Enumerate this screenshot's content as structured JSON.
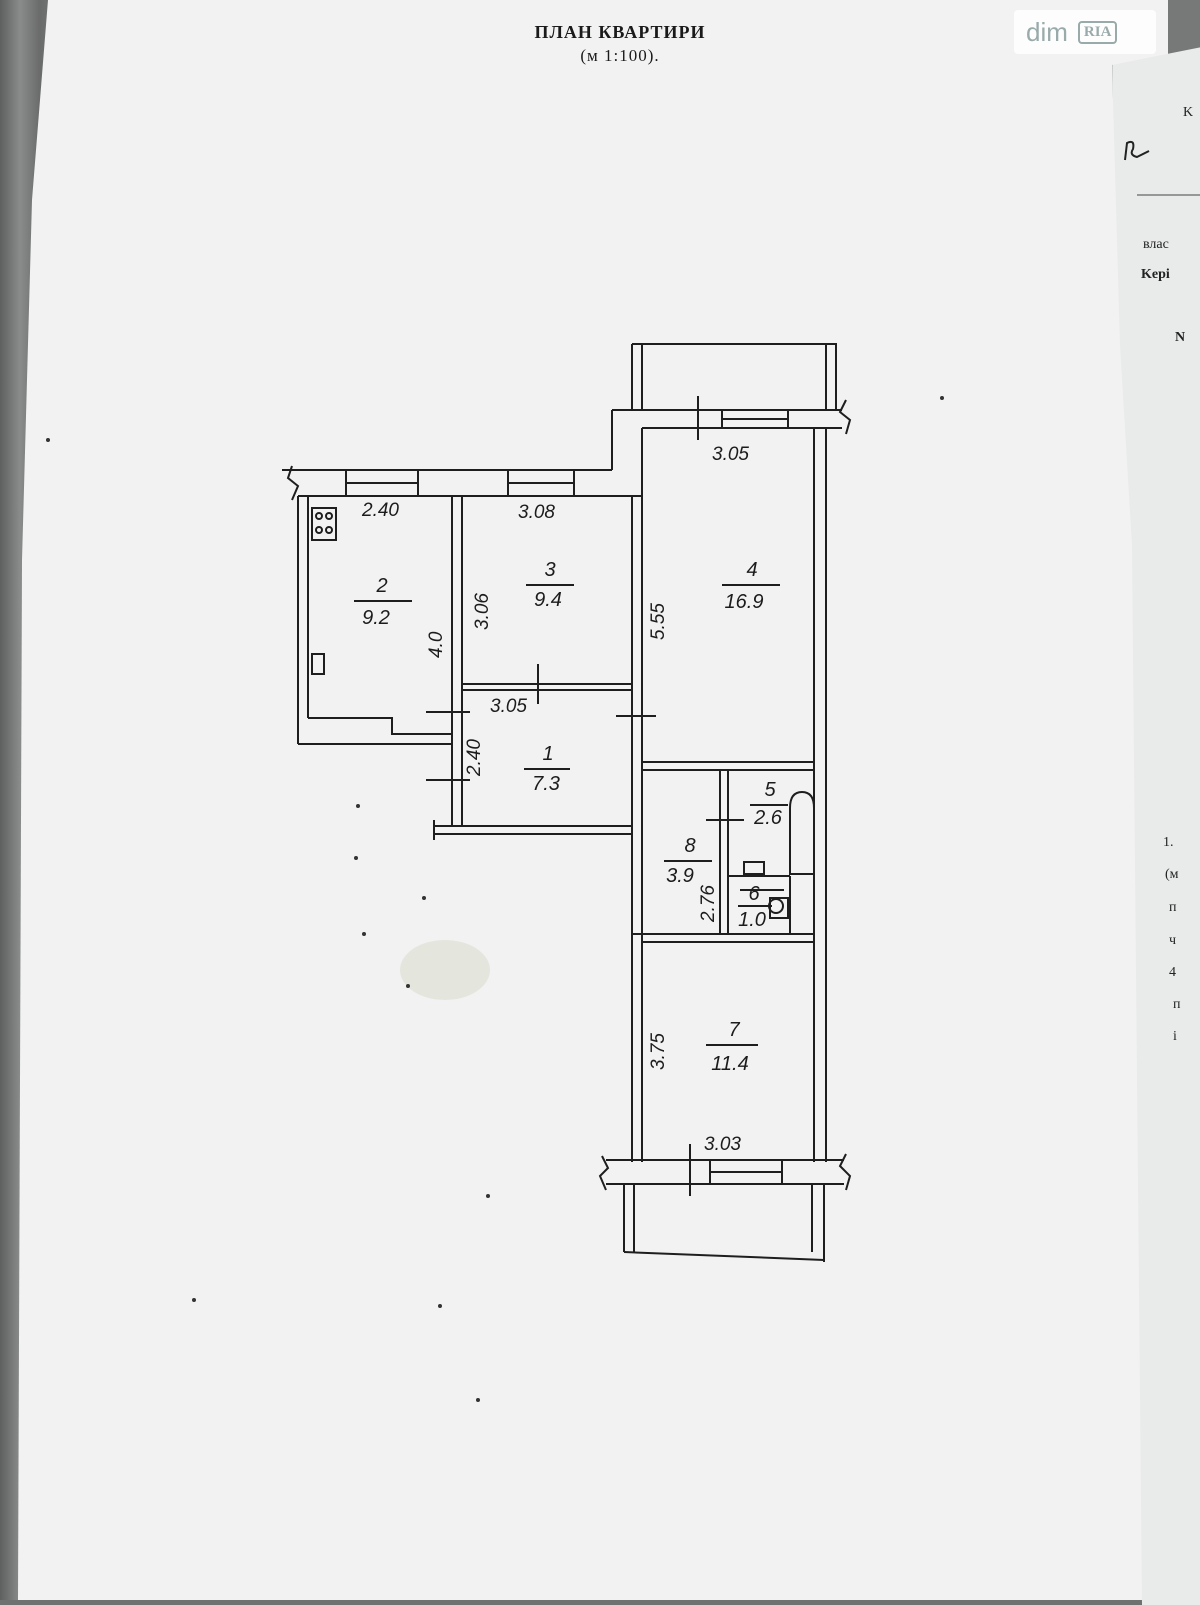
{
  "document": {
    "title": "ПЛАН КВАРТИРИ",
    "scale": "(м 1:100)."
  },
  "watermark": {
    "text": "dim",
    "badge": "RIA"
  },
  "right_sheet": {
    "lines": [
      "K",
      "влас",
      "Keрі",
      "N",
      "1.",
      "(м",
      "п",
      "ч",
      "4",
      "п",
      "і"
    ]
  },
  "plan": {
    "rooms": [
      {
        "number": "1",
        "area": "7.3"
      },
      {
        "number": "2",
        "area": "9.2"
      },
      {
        "number": "3",
        "area": "9.4"
      },
      {
        "number": "4",
        "area": "16.9"
      },
      {
        "number": "5",
        "area": "2.6"
      },
      {
        "number": "6",
        "area": "1.0"
      },
      {
        "number": "7",
        "area": "11.4"
      },
      {
        "number": "8",
        "area": "3.9"
      }
    ],
    "dimensions": {
      "room2_width": "2.40",
      "room3_width": "3.08",
      "room4_width": "3.05",
      "room3_height": "3.06",
      "room2_height": "4.0",
      "room4_height": "5.55",
      "room1_width": "3.05",
      "room1_height": "2.40",
      "room8_height": "2.76",
      "room7_height": "3.75",
      "room7_width": "3.03"
    }
  }
}
